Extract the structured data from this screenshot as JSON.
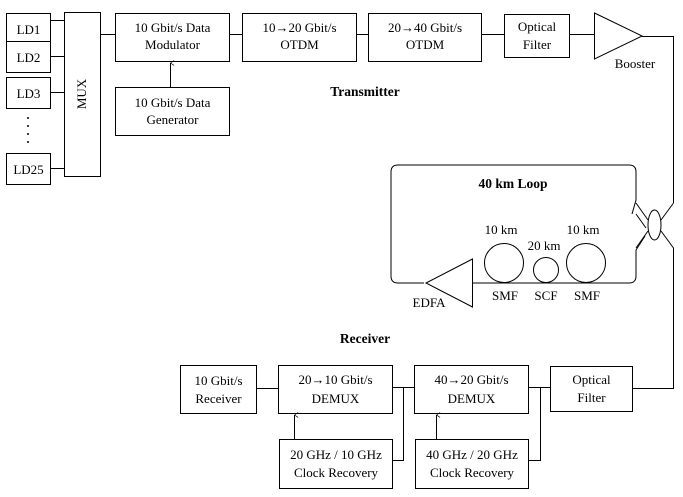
{
  "transmitter": {
    "title": "Transmitter",
    "lasers": [
      "LD1",
      "LD2",
      "LD3",
      "LD25"
    ],
    "ellipsis": "⋮",
    "mux": "MUX",
    "modulator": [
      "10 Gbit/s Data",
      "Modulator"
    ],
    "generator": [
      "10 Gbit/s Data",
      "Generator"
    ],
    "otdm1": [
      "10→20 Gbit/s",
      "OTDM"
    ],
    "otdm2": [
      "20→40 Gbit/s",
      "OTDM"
    ],
    "filter": [
      "Optical",
      "Filter"
    ],
    "booster": "Booster"
  },
  "loop": {
    "title": "40 km Loop",
    "edfa": "EDFA",
    "spools": [
      {
        "length": "10 km",
        "type": "SMF"
      },
      {
        "length": "20 km",
        "type": "SCF"
      },
      {
        "length": "10 km",
        "type": "SMF"
      }
    ]
  },
  "receiver": {
    "title": "Receiver",
    "rx": [
      "10 Gbit/s",
      "Receiver"
    ],
    "demux1": [
      "20→10 Gbit/s",
      "DEMUX"
    ],
    "demux2": [
      "40→20 Gbit/s",
      "DEMUX"
    ],
    "filter": [
      "Optical",
      "Filter"
    ],
    "clock1": [
      "20 GHz / 10 GHz",
      "Clock Recovery"
    ],
    "clock2": [
      "40 GHz / 20 GHz",
      "Clock Recovery"
    ]
  }
}
